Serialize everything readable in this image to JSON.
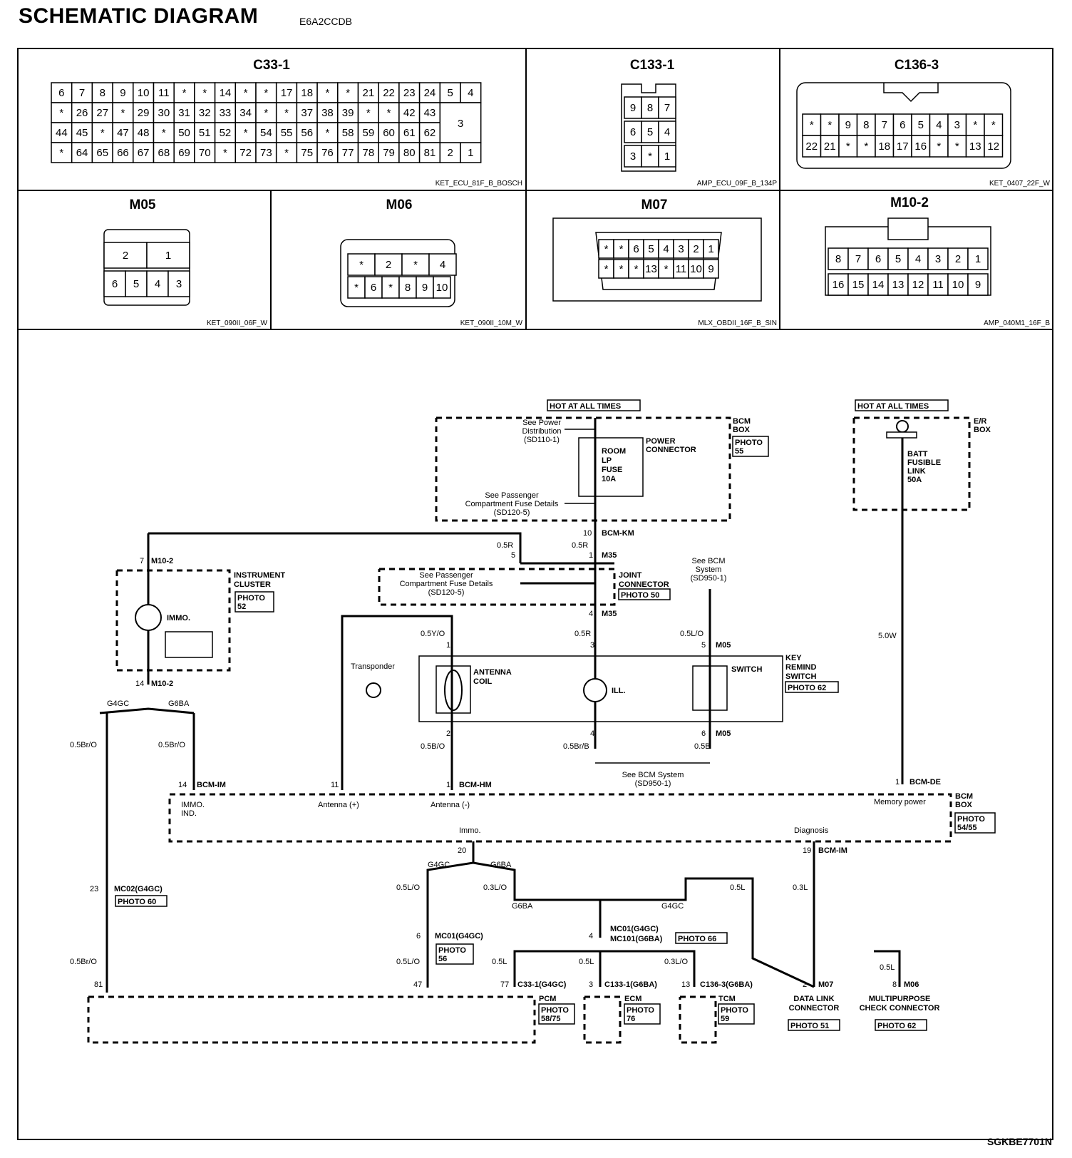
{
  "header": {
    "title": "SCHEMATIC DIAGRAM",
    "code": "E6A2CCDB"
  },
  "footer": {
    "code": "SGKBE7701N"
  },
  "connectors": {
    "c33_1": {
      "title": "C33-1",
      "part": "KET_ECU_81F_B_BOSCH",
      "rows": [
        [
          "6",
          "7",
          "8",
          "9",
          "10",
          "11",
          "*",
          "*",
          "14",
          "*",
          "*",
          "17",
          "18",
          "*",
          "*",
          "21",
          "22",
          "23",
          "24",
          "5",
          "4"
        ],
        [
          "*",
          "26",
          "27",
          "*",
          "29",
          "30",
          "31",
          "32",
          "33",
          "34",
          "*",
          "*",
          "37",
          "38",
          "39",
          "*",
          "*",
          "42",
          "43"
        ],
        [
          "44",
          "45",
          "*",
          "47",
          "48",
          "*",
          "50",
          "51",
          "52",
          "*",
          "54",
          "55",
          "56",
          "*",
          "58",
          "59",
          "60",
          "61",
          "62"
        ],
        [
          "*",
          "64",
          "65",
          "66",
          "67",
          "68",
          "69",
          "70",
          "*",
          "72",
          "73",
          "*",
          "75",
          "76",
          "77",
          "78",
          "79",
          "80",
          "81",
          "2",
          "1"
        ]
      ],
      "big_pin": "3"
    },
    "c133_1": {
      "title": "C133-1",
      "part": "AMP_ECU_09F_B_134P",
      "rows": [
        [
          "9",
          "8",
          "7"
        ],
        [
          "6",
          "5",
          "4"
        ],
        [
          "3",
          "*",
          "1"
        ]
      ]
    },
    "c136_3": {
      "title": "C136-3",
      "part": "KET_0407_22F_W",
      "rows": [
        [
          "*",
          "*",
          "9",
          "8",
          "7",
          "6",
          "5",
          "4",
          "3",
          "*",
          "*"
        ],
        [
          "22",
          "21",
          "*",
          "*",
          "18",
          "17",
          "16",
          "*",
          "*",
          "13",
          "12"
        ]
      ]
    },
    "m05": {
      "title": "M05",
      "part": "KET_090II_06F_W",
      "rows": [
        [
          "2",
          "1"
        ],
        [
          "6",
          "5",
          "4",
          "3"
        ]
      ]
    },
    "m06": {
      "title": "M06",
      "part": "KET_090II_10M_W",
      "rows": [
        [
          "*",
          "2",
          "*",
          "4"
        ],
        [
          "*",
          "6",
          "*",
          "8",
          "9",
          "10"
        ]
      ]
    },
    "m07": {
      "title": "M07",
      "part": "MLX_OBDII_16F_B_SIN",
      "rows": [
        [
          "*",
          "*",
          "6",
          "5",
          "4",
          "3",
          "2",
          "1"
        ],
        [
          "*",
          "*",
          "*",
          "13",
          "*",
          "11",
          "10",
          "9"
        ]
      ]
    },
    "m10_2": {
      "title": "M10-2",
      "part": "AMP_040M1_16F_B",
      "rows": [
        [
          "8",
          "7",
          "6",
          "5",
          "4",
          "3",
          "2",
          "1"
        ],
        [
          "16",
          "15",
          "14",
          "13",
          "12",
          "11",
          "10",
          "9"
        ]
      ]
    }
  },
  "schematic": {
    "hot1": "HOT AT ALL TIMES",
    "hot2": "HOT AT ALL TIMES",
    "bcm_box": [
      "BCM",
      "BOX"
    ],
    "bcm_box_photo": [
      "PHOTO",
      "55"
    ],
    "er_box": [
      "E/R",
      "BOX"
    ],
    "power_dist": [
      "See Power",
      "Distribution",
      "(SD110-1)"
    ],
    "power_conn": [
      "POWER",
      "CONNECTOR"
    ],
    "room_fuse": [
      "ROOM",
      "LP",
      "FUSE",
      "10A"
    ],
    "pass_comp1": [
      "See Passenger",
      "Compartment Fuse Details",
      "(SD120-5)"
    ],
    "batt_link": [
      "BATT",
      "FUSIBLE",
      "LINK",
      "50A"
    ],
    "bcm_km": "BCM-KM",
    "pin10": "10",
    "m10_2_top": "M10-2",
    "pin7": "7",
    "w05r_a": "0.5R",
    "pin5": "5",
    "w05r_b": "0.5R",
    "pin1": "1",
    "m35_a": "M35",
    "inst_cluster": [
      "INSTRUMENT",
      "CLUSTER"
    ],
    "inst_photo": [
      "PHOTO",
      "52"
    ],
    "immo": "IMMO.",
    "pass_comp2": [
      "See Passenger",
      "Compartment Fuse Details",
      "(SD120-5)"
    ],
    "joint_conn": [
      "JOINT",
      "CONNECTOR"
    ],
    "joint_photo": "PHOTO 50",
    "see_bcm1": [
      "See BCM",
      "System",
      "(SD950-1)"
    ],
    "pin4_m35": "4",
    "m35_b": "M35",
    "w05yo": "0.5Y/O",
    "w05r_c": "0.5R",
    "w05lo_a": "0.5L/O",
    "pin1b": "1",
    "pin3": "3",
    "pin5b": "5",
    "m05_a": "M05",
    "key_remind": [
      "KEY",
      "REMIND",
      "SWITCH"
    ],
    "key_photo": "PHOTO 62",
    "transponder": "Transponder",
    "antenna_coil": [
      "ANTENNA",
      "COIL"
    ],
    "ill": "ILL.",
    "switch": "SWITCH",
    "w50w": "5.0W",
    "pin14": "14",
    "m10_2_bot": "M10-2",
    "g4gc_a": "G4GC",
    "g6ba_a": "G6BA",
    "w05bro_a": "0.5Br/O",
    "w05bro_b": "0.5Br/O",
    "pin2": "2",
    "pin4b": "4",
    "pin6": "6",
    "m05_b": "M05",
    "w05bo": "0.5B/O",
    "w05brb": "0.5Br/B",
    "w05b": "0.5B",
    "see_bcm2": [
      "See BCM System",
      "(SD950-1)"
    ],
    "pin14b": "14",
    "bcm_im_a": "BCM-IM",
    "pin11": "11",
    "pin1c": "1",
    "bcm_hm": "BCM-HM",
    "pin1d": "1",
    "bcm_de": "BCM-DE",
    "immo_ind": [
      "IMMO.",
      "IND."
    ],
    "ant_plus": "Antenna (+)",
    "ant_minus": "Antenna (-)",
    "mem_power": "Memory power",
    "bcm_box2": [
      "BCM",
      "BOX"
    ],
    "bcm_photo2": [
      "PHOTO",
      "54/55"
    ],
    "immo2": "Immo.",
    "diagnosis": "Diagnosis",
    "pin20": "20",
    "pin19": "19",
    "bcm_im_b": "BCM-IM",
    "g4gc_b": "G4GC",
    "g6ba_b": "G6BA",
    "w05lo_b": "0.5L/O",
    "w03lo_a": "0.3L/O",
    "w05l_a": "0.5L",
    "w03l": "0.3L",
    "g6ba_c": "G6BA",
    "g4gc_c": "G4GC",
    "pin23": "23",
    "mc02": "MC02(G4GC)",
    "mc02_photo": "PHOTO 60",
    "pin6b": "6",
    "mc01": "MC01(G4GC)",
    "mc01_photo": [
      "PHOTO",
      "56"
    ],
    "pin4c": "4",
    "mc01b": "MC01(G4GC)",
    "mc101": "MC101(G6BA)",
    "mc_photo66": "PHOTO 66",
    "w05bro_c": "0.5Br/O",
    "w05lo_c": "0.5L/O",
    "w05l_b": "0.5L",
    "w05l_c": "0.5L",
    "w03lo_b": "0.3L/O",
    "w05l_d": "0.5L",
    "pin81": "81",
    "pin47": "47",
    "pin77": "77",
    "c33_1g": "C33-1(G4GC)",
    "pin3b": "3",
    "c133_1g": "C133-1(G6BA)",
    "pin13": "13",
    "c136_3g": "C136-3(G6BA)",
    "pin2b": "2",
    "m07": "M07",
    "pin8": "8",
    "m06": "M06",
    "pcm": "PCM",
    "pcm_photo": [
      "PHOTO",
      "58/75"
    ],
    "ecm": "ECM",
    "ecm_photo": [
      "PHOTO",
      "76"
    ],
    "tcm": "TCM",
    "tcm_photo": [
      "PHOTO",
      "59"
    ],
    "dlc": [
      "DATA LINK",
      "CONNECTOR"
    ],
    "dlc_photo": "PHOTO 51",
    "mpc": [
      "MULTIPURPOSE",
      "CHECK CONNECTOR"
    ],
    "mpc_photo": "PHOTO 62"
  }
}
